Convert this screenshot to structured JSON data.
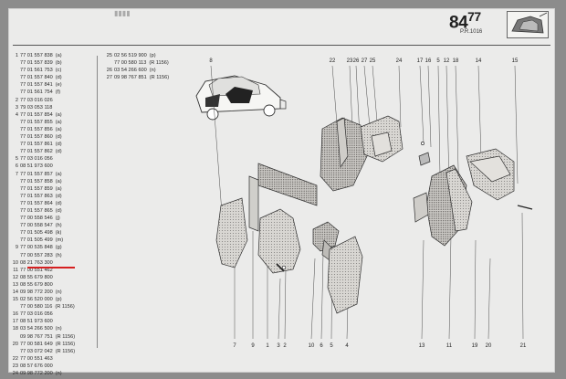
{
  "page": {
    "number": "84",
    "number_sup": "77",
    "code": "P.R.1016"
  },
  "left_list": [
    {
      "n": "1",
      "code": "77 01 557 838",
      "suffix": "(a)"
    },
    {
      "n": "",
      "code": "77 01 557 839",
      "suffix": "(b)"
    },
    {
      "n": "",
      "code": "77 01 561 753",
      "suffix": "(c)"
    },
    {
      "n": "",
      "code": "77 01 557 840",
      "suffix": "(d)"
    },
    {
      "n": "",
      "code": "77 01 557 841",
      "suffix": "(e)"
    },
    {
      "n": "",
      "code": "77 01 561 754",
      "suffix": "(f)"
    },
    {
      "n": "2",
      "code": "77 03 016 026",
      "suffix": ""
    },
    {
      "n": "3",
      "code": "79 03 053 118",
      "suffix": ""
    },
    {
      "n": "4",
      "code": "77 01 557 854",
      "suffix": "(a)"
    },
    {
      "n": "",
      "code": "77 01 557 855",
      "suffix": "(a)"
    },
    {
      "n": "",
      "code": "77 01 557 856",
      "suffix": "(a)"
    },
    {
      "n": "",
      "code": "77 01 557 860",
      "suffix": "(d)"
    },
    {
      "n": "",
      "code": "77 01 557 861",
      "suffix": "(d)"
    },
    {
      "n": "",
      "code": "77 01 557 862",
      "suffix": "(d)"
    },
    {
      "n": "5",
      "code": "77 03 016 056",
      "suffix": ""
    },
    {
      "n": "6",
      "code": "08 51 973 600",
      "suffix": ""
    },
    {
      "n": "7",
      "code": "77 01 557 857",
      "suffix": "(a)"
    },
    {
      "n": "",
      "code": "77 01 557 858",
      "suffix": "(a)"
    },
    {
      "n": "",
      "code": "77 01 557 859",
      "suffix": "(a)"
    },
    {
      "n": "",
      "code": "77 01 557 863",
      "suffix": "(d)"
    },
    {
      "n": "",
      "code": "77 01 557 864",
      "suffix": "(d)"
    },
    {
      "n": "",
      "code": "77 01 557 865",
      "suffix": "(d)"
    },
    {
      "n": "",
      "code": "77 00 558 546",
      "suffix": "(j)"
    },
    {
      "n": "",
      "code": "77 00 558 547",
      "suffix": "(h)"
    },
    {
      "n": "",
      "code": "77 01 505 498",
      "suffix": "(k)"
    },
    {
      "n": "",
      "code": "77 01 505 499",
      "suffix": "(m)"
    },
    {
      "n": "9",
      "code": "77 00 535 848",
      "suffix": "(g)"
    },
    {
      "n": "",
      "code": "77 00 557 283",
      "suffix": "(h)"
    },
    {
      "n": "10",
      "code": "08 21 763 300",
      "suffix": ""
    },
    {
      "n": "11",
      "code": "77 00 551 462",
      "suffix": ""
    },
    {
      "n": "12",
      "code": "08 55 679 800",
      "suffix": ""
    },
    {
      "n": "13",
      "code": "08 55 679 800",
      "suffix": ""
    },
    {
      "n": "14",
      "code": "09 98 772 200",
      "suffix": "(n)"
    },
    {
      "n": "15",
      "code": "02 56 520 000",
      "suffix": "(p)"
    },
    {
      "n": "",
      "code": "77 00 580 116",
      "suffix": "(R 1156)"
    },
    {
      "n": "16",
      "code": "77 03 016 056",
      "suffix": ""
    },
    {
      "n": "17",
      "code": "08 51 973 600",
      "suffix": ""
    },
    {
      "n": "18",
      "code": "03 54 266 500",
      "suffix": "(n)"
    },
    {
      "n": "",
      "code": "09 98 767 751",
      "suffix": "(R 1156)"
    },
    {
      "n": "20",
      "code": "77 00 581 649",
      "suffix": "(R 1156)"
    },
    {
      "n": "",
      "code": "77 03 072 042",
      "suffix": "(R 1156)"
    },
    {
      "n": "22",
      "code": "77 00 551 463",
      "suffix": ""
    },
    {
      "n": "23",
      "code": "08 57 676 000",
      "suffix": ""
    },
    {
      "n": "24",
      "code": "09 98 772 200",
      "suffix": "(n)"
    }
  ],
  "mid_list": [
    {
      "n": "25",
      "code": "02 56 519 900",
      "suffix": "(p)"
    },
    {
      "n": "",
      "code": "77 00 580 113",
      "suffix": "(R 1156)"
    },
    {
      "n": "26",
      "code": "03 54 266 600",
      "suffix": "(n)"
    },
    {
      "n": "27",
      "code": "09 98 767 851",
      "suffix": "(R 1156)"
    }
  ],
  "callouts_top": [
    "8",
    "22",
    "23",
    "26",
    "27",
    "25",
    "24",
    "17",
    "16",
    "5",
    "12",
    "18",
    "14",
    "15"
  ],
  "callouts_bottom": [
    "7",
    "9",
    "1",
    "3",
    "2",
    "10",
    "6",
    "5",
    "4",
    "13",
    "11",
    "19",
    "20",
    "21"
  ]
}
